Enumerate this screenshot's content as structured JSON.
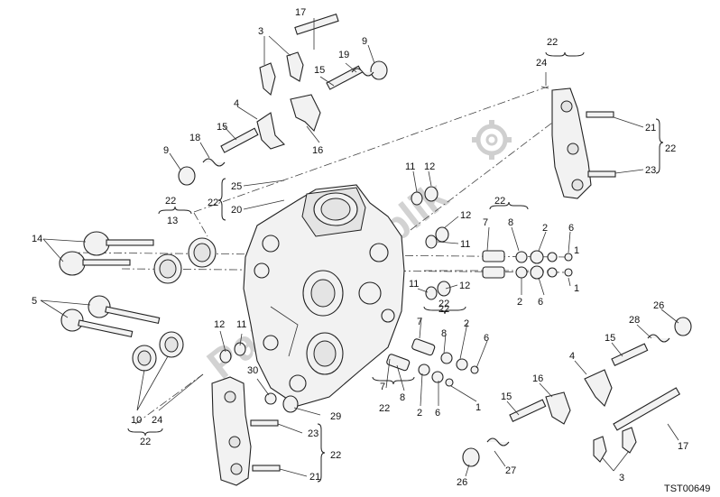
{
  "diagram_code": "TST00649",
  "watermark": "Parts Republik",
  "callouts": {
    "c17a": "17",
    "c3a": "3",
    "c9a": "9",
    "c19a": "19",
    "c15a": "15",
    "c16a": "16",
    "c4a": "4",
    "c15b": "15",
    "c18a": "18",
    "c9b": "9",
    "c22a": "22",
    "c24a": "24",
    "c21a": "21",
    "c23a": "23",
    "c22b": "22",
    "c25": "25",
    "c20": "20",
    "c22c": "22",
    "c11a": "11",
    "c12a": "12",
    "c12b": "12",
    "c11b": "11",
    "c22d": "22",
    "c7a": "7",
    "c8a": "8",
    "c2a": "2",
    "c6a": "6",
    "c1a": "1",
    "c2b": "2",
    "c6b": "6",
    "c1b": "1",
    "c22e": "22",
    "c13": "13",
    "c14": "14",
    "c11c": "11",
    "c12c": "12",
    "c22f": "22",
    "c5": "5",
    "c7b": "7",
    "c8b": "8",
    "c2c": "2",
    "c6c": "6",
    "c22g": "22",
    "c8c": "8",
    "c7c": "7",
    "c2d": "2",
    "c6d": "6",
    "c1c": "1",
    "c22h": "22",
    "c12d": "12",
    "c11d": "11",
    "c30": "30",
    "c29": "29",
    "c23b": "23",
    "c22i": "22",
    "c21b": "21",
    "c10": "10",
    "c24b": "24",
    "c22j": "22",
    "c26a": "26",
    "c28": "28",
    "c15c": "15",
    "c4b": "4",
    "c16b": "16",
    "c15d": "15",
    "c17b": "17",
    "c26b": "26",
    "c27": "27",
    "c3b": "3"
  },
  "callout_labels": {
    "c17a": "17",
    "c3a": "3",
    "c9a": "9",
    "c19a": "19",
    "c15a": "15",
    "c16a": "16",
    "c4a": "4",
    "c15b": "15",
    "c18a": "18",
    "c9b": "9",
    "c22a": "22",
    "c24a": "24",
    "c21a": "21",
    "c23a": "23",
    "c22b": "22",
    "c25": "25",
    "c20": "20",
    "c22c": "22",
    "c11a": "11",
    "c12a": "12",
    "c12b": "12",
    "c11b": "11",
    "c22d": "22",
    "c7a": "7",
    "c8a": "8",
    "c2a": "2",
    "c6a": "6",
    "c1a": "1",
    "c2b": "2",
    "c6b": "6",
    "c1b": "1",
    "c22e": "22",
    "c13": "13",
    "c14": "14",
    "c11c": "11",
    "c12c": "12",
    "c22f": "22",
    "c5": "5",
    "c7b": "7",
    "c8b": "8",
    "c2c": "2",
    "c6c": "6",
    "c22g": "22",
    "c8c": "8",
    "c7c": "7",
    "c2d": "2",
    "c6d": "6",
    "c1c": "1",
    "c22h": "22",
    "c12d": "12",
    "c11d": "11",
    "c30": "30",
    "c29": "29",
    "c23b": "23",
    "c22i": "22",
    "c21b": "21",
    "c10": "10",
    "c24b": "24",
    "c22j": "22",
    "c26a": "26",
    "c28": "28",
    "c15c": "15",
    "c4b": "4",
    "c16b": "16",
    "c15d": "15",
    "c17b": "17",
    "c26b": "26",
    "c27": "27",
    "c3b": "3"
  }
}
